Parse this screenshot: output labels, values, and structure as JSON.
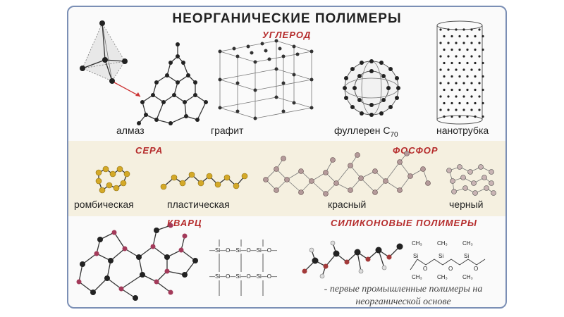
{
  "title": "НЕОРГАНИЧЕСКИЕ ПОЛИМЕРЫ",
  "sections": {
    "carbon": "УГЛЕРОД",
    "sulfur": "СЕРА",
    "phosphorus": "ФОСФОР",
    "quartz": "КВАРЦ",
    "silicone": "СИЛИКОНОВЫЕ ПОЛИМЕРЫ"
  },
  "labels": {
    "diamond": "алмаз",
    "graphite": "графит",
    "fullerene": "фуллерен C",
    "fullerene_sub": "70",
    "nanotube": "нанотрубка",
    "rhombic": "ромбическая",
    "plastic": "пластическая",
    "red": "красный",
    "black": "черный"
  },
  "quartz_formula": {
    "row1": "—Si—O—Si—O—Si—O—",
    "row2": "—Si—O—Si—O—Si—O—"
  },
  "silicone_formula": "CH₃",
  "note": {
    "line1": "- первые промышленные полимеры на",
    "line2": "неорганической основе"
  },
  "colors": {
    "frame": "#7b8fb5",
    "section_title": "#b52b2b",
    "band": "#f5f0e0",
    "sulfur_atom": "#d4a928",
    "phosphorus_atom": "#a88a8a",
    "carbon_atom": "#222222"
  }
}
